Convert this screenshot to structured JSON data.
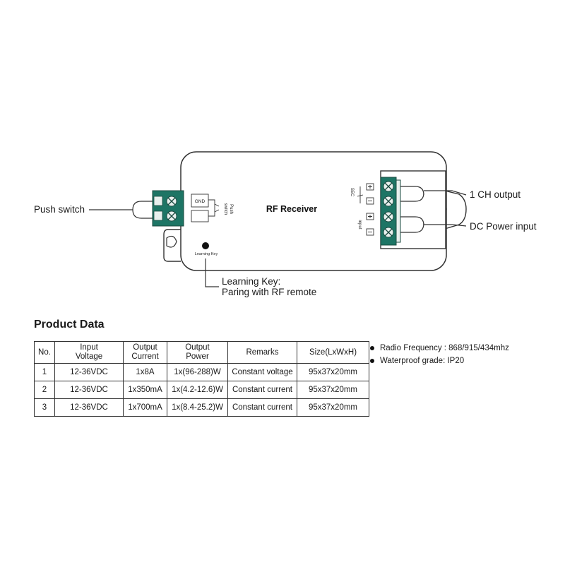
{
  "diagram": {
    "device_label": "RF Receiver",
    "learning_key_small": "Learning Key",
    "push_label_top": "Push",
    "push_label_bottom": "switch",
    "gnd_label": "GND",
    "sec_label": "SEC",
    "input_label": "input",
    "colors": {
      "terminal_green": "#1d7565",
      "line": "#333333"
    },
    "callouts": {
      "push_switch": "Push switch",
      "ch_output": "1 CH output",
      "dc_input": "DC Power input",
      "learning_key_line1": "Learning Key:",
      "learning_key_line2": "Paring with RF remote"
    }
  },
  "product_data": {
    "title": "Product Data",
    "headers": {
      "no": "No.",
      "input_voltage": [
        "Input",
        "Voltage"
      ],
      "output_current": [
        "Output",
        "Current"
      ],
      "output_power": [
        "Output",
        "Power"
      ],
      "remarks": "Remarks",
      "size": "Size(LxWxH)"
    },
    "rows": [
      {
        "no": "1",
        "input_voltage": "12-36VDC",
        "output_current": "1x8A",
        "output_power": "1x(96-288)W",
        "remarks": "Constant voltage",
        "size": "95x37x20mm"
      },
      {
        "no": "2",
        "input_voltage": "12-36VDC",
        "output_current": "1x350mA",
        "output_power": "1x(4.2-12.6)W",
        "remarks": "Constant current",
        "size": "95x37x20mm"
      },
      {
        "no": "3",
        "input_voltage": "12-36VDC",
        "output_current": "1x700mA",
        "output_power": "1x(8.4-25.2)W",
        "remarks": "Constant current",
        "size": "95x37x20mm"
      }
    ]
  },
  "specs": [
    "Radio Frequency : 868/915/434mhz",
    "Waterproof grade: IP20"
  ]
}
